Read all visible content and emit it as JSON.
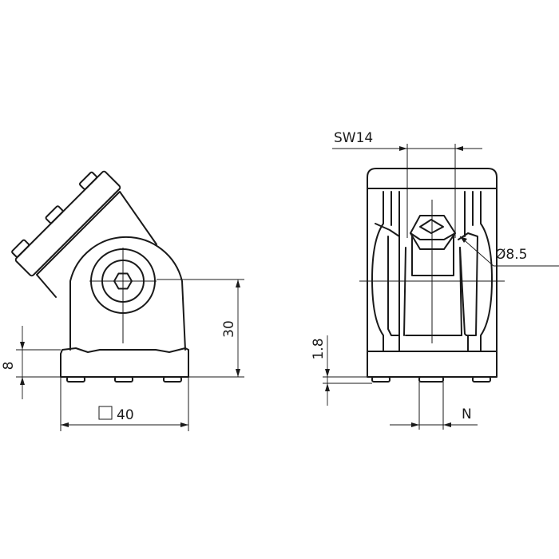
{
  "drawing": {
    "left_view": {
      "dim_height": "30",
      "dim_base": "8",
      "dim_width": "40"
    },
    "right_view": {
      "dim_wrench": "SW14",
      "dim_diameter": "Ø8.5",
      "dim_thickness": "1.8",
      "dim_slot": "N"
    }
  }
}
